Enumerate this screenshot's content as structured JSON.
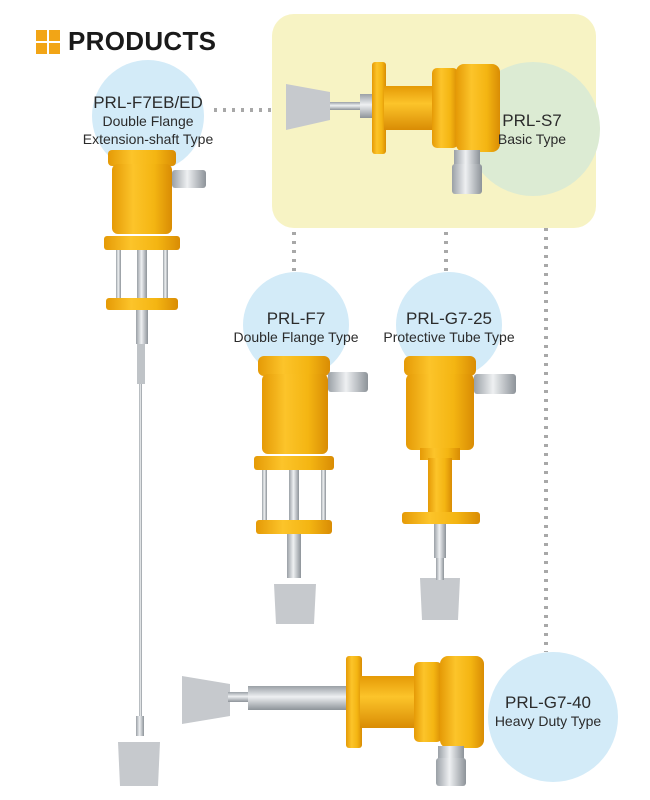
{
  "header": {
    "title": "PRODUCTS",
    "icon": "four-squares-icon"
  },
  "colors": {
    "accent": "#f2a516",
    "panel": "#f7f3c4",
    "circle_blue": "#d3ebf8",
    "circle_green": "#dcebd3",
    "body_yellow": "#f4b512",
    "steel": "#c9cdd2",
    "paddle": "#c6c9cd"
  },
  "products": [
    {
      "id": "prl-f7eb-ed",
      "name": "PRL-F7EB/ED",
      "desc_lines": [
        "Double Flange",
        "Extension-shaft Type"
      ]
    },
    {
      "id": "prl-s7",
      "name": "PRL-S7",
      "desc_lines": [
        "Basic Type"
      ]
    },
    {
      "id": "prl-f7",
      "name": "PRL-F7",
      "desc_lines": [
        "Double Flange Type"
      ]
    },
    {
      "id": "prl-g7-25",
      "name": "PRL-G7-25",
      "desc_lines": [
        "Protective Tube Type"
      ]
    },
    {
      "id": "prl-g7-40",
      "name": "PRL-G7-40",
      "desc_lines": [
        "Heavy Duty Type"
      ]
    }
  ]
}
